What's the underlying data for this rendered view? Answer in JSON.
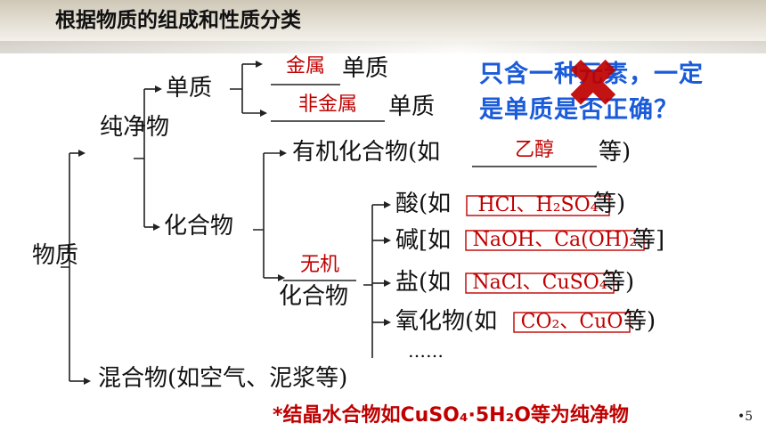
{
  "title": "根据物质的组成和性质分类",
  "tree": {
    "root": "物质",
    "pure": "纯净物",
    "element": "单质",
    "metal": {
      "answer": "金属",
      "suffix": "单质"
    },
    "nonmetal": {
      "answer": "非金属",
      "suffix": "单质"
    },
    "compound": "化合物",
    "organic": {
      "prefix": "有机化合物(如",
      "answer": "乙醇",
      "suffix": "等)"
    },
    "inorganic": {
      "answer": "无机",
      "label": "化合物"
    },
    "acid": {
      "prefix": "酸(如",
      "answer": "HCl、H₂SO₄",
      "suffix": "等)"
    },
    "base": {
      "prefix": "碱[如",
      "answer": "NaOH、Ca(OH)₂",
      "suffix": "等]"
    },
    "salt": {
      "prefix": "盐(如",
      "answer": "NaCl、CuSO₄",
      "suffix": "等)"
    },
    "oxide": {
      "prefix": "氧化物(如",
      "answer": "CO₂、CuO",
      "suffix": "等)"
    },
    "more": "……",
    "mixture": "混合物(如空气、泥浆等)"
  },
  "question": {
    "line1": "只含一种元素，一定",
    "line2": "是单质是否正确？",
    "mark": "✖"
  },
  "note": "*结晶水合物如CuSO₄·5H₂O等为纯净物",
  "page_number": "•5"
}
